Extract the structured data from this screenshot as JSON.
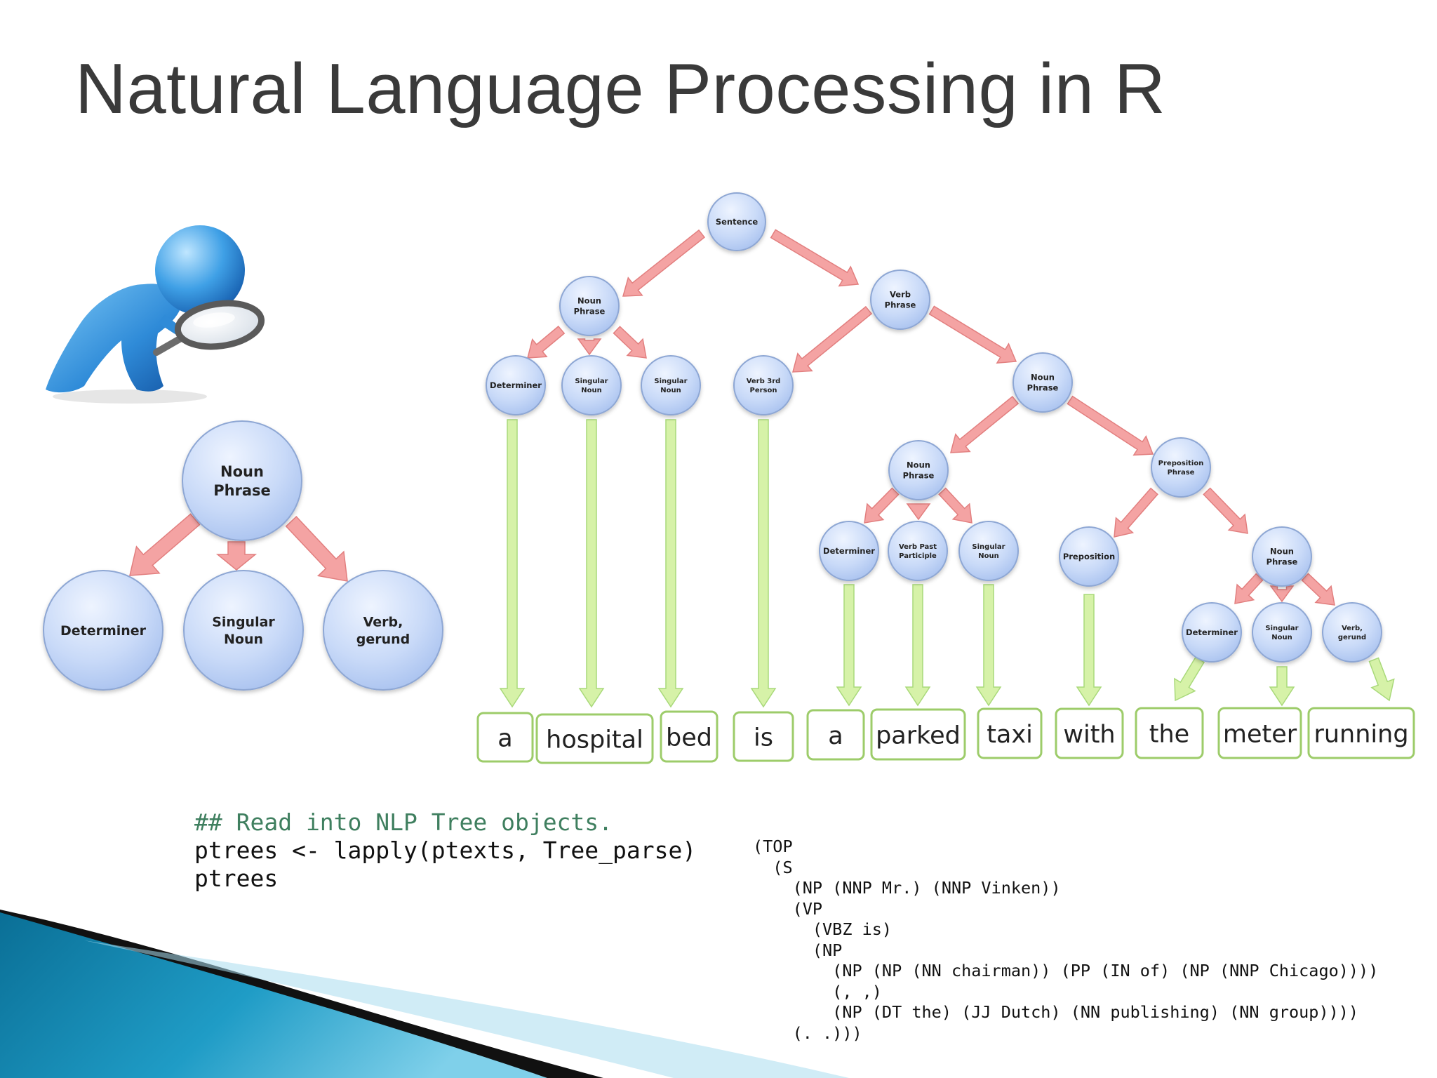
{
  "slide": {
    "title": "Natural Language Processing in R"
  },
  "small_tree": {
    "root": "Noun\nPhrase",
    "children": [
      "Determiner",
      "Singular\nNoun",
      "Verb,\ngerund"
    ]
  },
  "parse_tree": {
    "nodes": [
      {
        "id": "s",
        "label": "Sentence"
      },
      {
        "id": "np1",
        "label": "Noun\nPhrase"
      },
      {
        "id": "vp",
        "label": "Verb\nPhrase"
      },
      {
        "id": "det1",
        "label": "Determiner"
      },
      {
        "id": "sn1",
        "label": "Singular\nNoun"
      },
      {
        "id": "sn2",
        "label": "Singular\nNoun"
      },
      {
        "id": "vb3",
        "label": "Verb 3rd\nPerson"
      },
      {
        "id": "np2",
        "label": "Noun\nPhrase"
      },
      {
        "id": "np3",
        "label": "Noun\nPhrase"
      },
      {
        "id": "pp",
        "label": "Preposition\nPhrase"
      },
      {
        "id": "det2",
        "label": "Determiner"
      },
      {
        "id": "vpp",
        "label": "Verb Past\nParticiple"
      },
      {
        "id": "sn3",
        "label": "Singular\nNoun"
      },
      {
        "id": "prep",
        "label": "Preposition"
      },
      {
        "id": "np4",
        "label": "Noun\nPhrase"
      },
      {
        "id": "det3",
        "label": "Determiner"
      },
      {
        "id": "sn4",
        "label": "Singular\nNoun"
      },
      {
        "id": "vg",
        "label": "Verb,\ngerund"
      }
    ],
    "words": [
      "a",
      "hospital",
      "bed",
      "is",
      "a",
      "parked",
      "taxi",
      "with",
      "the",
      "meter",
      "running"
    ]
  },
  "code_r": {
    "comment": "## Read into NLP Tree objects.",
    "line1": "ptrees <- lapply(ptexts, Tree_parse)",
    "line2": "ptrees"
  },
  "code_output": [
    "(TOP",
    "  (S",
    "    (NP (NNP Mr.) (NNP Vinken))",
    "    (VP",
    "      (VBZ is)",
    "      (NP",
    "        (NP (NP (NN chairman)) (PP (IN of) (NP (NNP Chicago))))",
    "        (, ,)",
    "        (NP (DT the) (JJ Dutch) (NN publishing) (NN group))))",
    "    (. .)))"
  ],
  "colors": {
    "node_fill": "#c9daf8",
    "node_stroke": "#8ea7d4",
    "red_arrow": "#f4a3a3",
    "green_arrow": "#d6f2a8",
    "word_border": "#9dcc6a",
    "title": "#3a3a3a"
  },
  "icons": {
    "figure": "magnifier-person-icon",
    "corner": "corner-swoosh-decoration"
  }
}
